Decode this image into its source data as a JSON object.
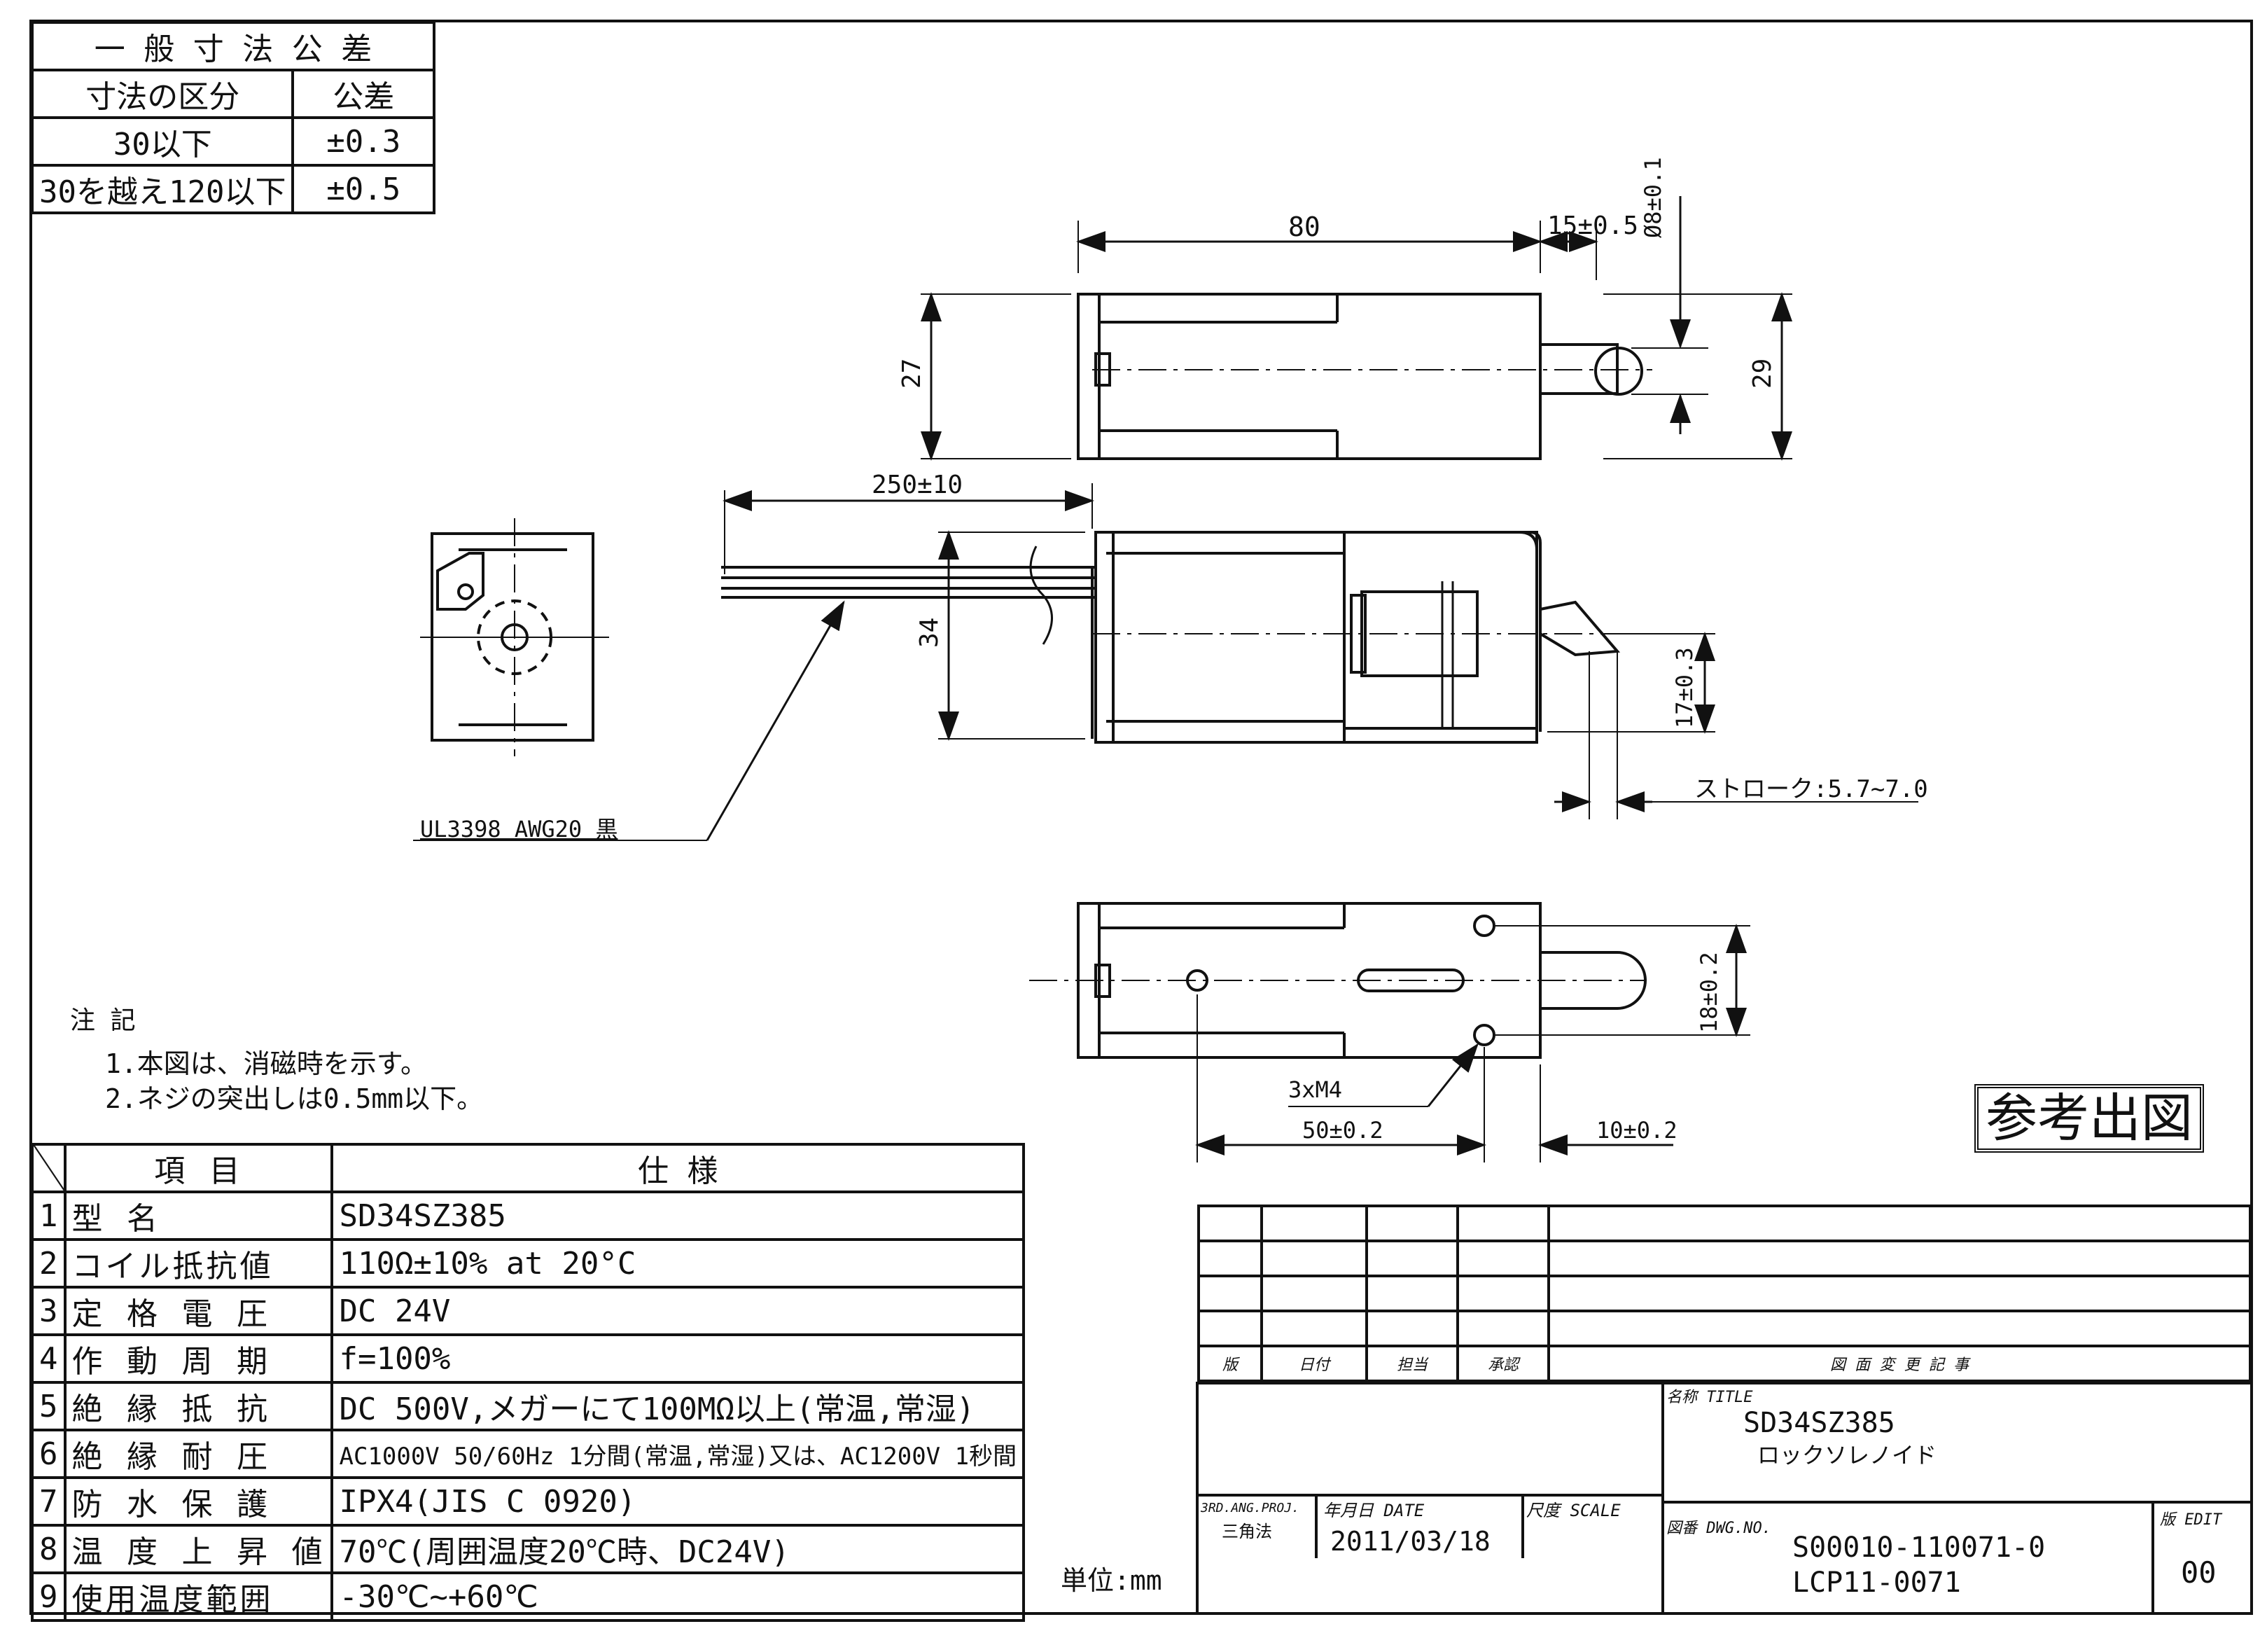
{
  "tolerance_table": {
    "title": "一 般 寸 法 公 差",
    "col_headers": [
      "寸法の区分",
      "公差"
    ],
    "rows": [
      [
        "30以下",
        "±0.3"
      ],
      [
        "30を越え120以下",
        "±0.5"
      ]
    ]
  },
  "dimensions": {
    "top_length": "80",
    "top_pin_offset": "15±0.5",
    "top_pin_dia": "Ø8±0.1",
    "top_height": "27",
    "top_overall_height": "29",
    "lead_length": "250±10",
    "body_height": "34",
    "plunger_height": "17±0.3",
    "stroke": "ストローク:5.7~7.0",
    "lead_wire": "UL3398 AWG20 黒",
    "screw": "3xM4",
    "hole_pitch": "50±0.2",
    "hole_offset": "10±0.2",
    "plunger_width": "18±0.2"
  },
  "notes": {
    "heading": "注  記",
    "items": [
      "1.本図は、消磁時を示す。",
      "2.ネジの突出しは0.5mm以下。"
    ]
  },
  "stamp": "参考出図",
  "spec_table": {
    "headers": [
      "項    目",
      "仕        様"
    ],
    "rows": [
      {
        "no": "1",
        "item": "型 名",
        "spec": "SD34SZ385"
      },
      {
        "no": "2",
        "item": "コイル抵抗値",
        "spec": "110Ω±10%  at  20°C"
      },
      {
        "no": "3",
        "item": "定 格 電 圧",
        "spec": "DC  24V"
      },
      {
        "no": "4",
        "item": "作 動 周 期",
        "spec": "f=100%"
      },
      {
        "no": "5",
        "item": "絶 縁 抵 抗",
        "spec": "DC  500V,メガーにて100MΩ以上(常温,常湿)"
      },
      {
        "no": "6",
        "item": "絶 縁 耐 圧",
        "spec": "AC1000V 50/60Hz 1分間(常温,常湿)又は、AC1200V 1秒間"
      },
      {
        "no": "7",
        "item": "防 水 保 護",
        "spec": "IPX4(JIS C 0920)"
      },
      {
        "no": "8",
        "item": "温 度 上 昇 値",
        "spec": "70℃(周囲温度20℃時、DC24V)"
      },
      {
        "no": "9",
        "item": "使用温度範囲",
        "spec": "-30℃~+60℃"
      }
    ]
  },
  "unit": "単位:mm",
  "revision_table": {
    "headers": [
      "版",
      "日付",
      "担当",
      "承認",
      "図 面 変 更 記 事"
    ]
  },
  "title_block": {
    "projection_label": "3RD.ANG.PROJ.",
    "projection_value": "三角法",
    "date_label": "年月日 DATE",
    "date": "2011/03/18",
    "scale_label": "尺度 SCALE",
    "title_label": "名称 TITLE",
    "title_line1": "SD34SZ385",
    "title_line2": "ロックソレノイド",
    "dwg_label": "図番 DWG.NO.",
    "dwg_no1": "S00010-110071-0",
    "dwg_no2": "LCP11-0071",
    "edit_label": "版 EDIT",
    "edit": "00"
  }
}
